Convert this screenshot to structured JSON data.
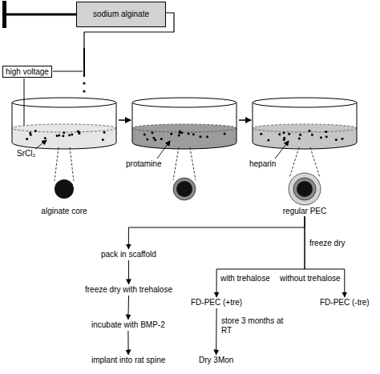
{
  "diagram": {
    "nodes": [
      {
        "text": [
          "sodium alginate"
        ]
      },
      {
        "text": [
          "high voltage"
        ]
      },
      {
        "text": [
          "alginate core"
        ]
      },
      {
        "text": [
          "regular PEC"
        ]
      },
      {
        "text": [
          "pack in scaffold"
        ]
      },
      {
        "text": [
          "freeze dry with trehalose"
        ]
      },
      {
        "text": [
          "incubate with BMP-2"
        ]
      },
      {
        "text": [
          "implant into rat spine"
        ]
      },
      {
        "text": [
          "FD-PEC (+tre)"
        ]
      },
      {
        "text": [
          "Dry 3Mon"
        ]
      },
      {
        "text": [
          "FD-PEC (-tre)"
        ]
      }
    ],
    "edges": [
      {
        "from": 3,
        "to": 4,
        "arrow": "to"
      },
      {
        "from": 4,
        "to": 5,
        "arrow": "to"
      },
      {
        "from": 5,
        "to": 6,
        "arrow": "to"
      },
      {
        "from": 6,
        "to": 7,
        "arrow": "to"
      },
      {
        "from": 3,
        "to": 8,
        "label": "with trehalose",
        "arrow": "to"
      },
      {
        "from": 8,
        "to": 9,
        "label": "store 3 months at RT",
        "arrow": "to"
      },
      {
        "from": 3,
        "to": 10,
        "label": "without trehalose",
        "arrow": "to"
      }
    ],
    "labels": [
      "SrCl₂",
      "protamine",
      "heparin",
      "freeze dry"
    ]
  }
}
